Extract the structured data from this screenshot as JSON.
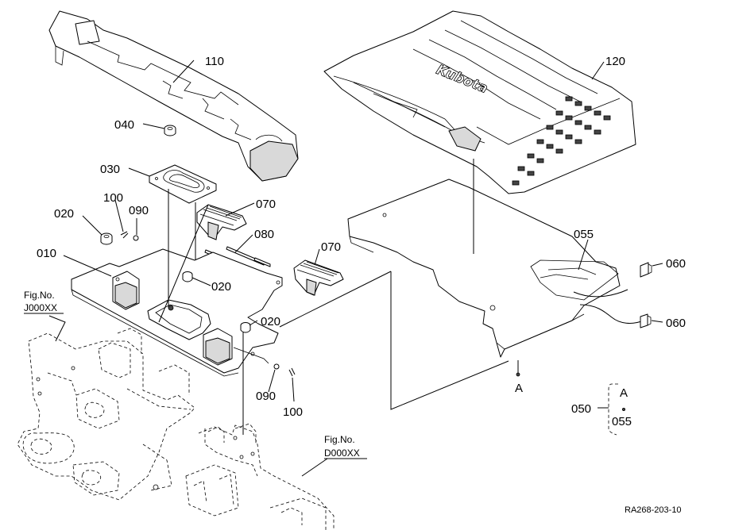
{
  "diagram": {
    "callouts": {
      "c110": "110",
      "c120": "120",
      "c040": "040",
      "c030": "030",
      "c100a": "100",
      "c090a": "090",
      "c020a": "020",
      "c070a": "070",
      "c080": "080",
      "c010": "010",
      "c020b": "020",
      "c070b": "070",
      "c020c": "020",
      "c090b": "090",
      "c100b": "100",
      "c055": "055",
      "c060a": "060",
      "c060b": "060",
      "cA": "A"
    },
    "refs": {
      "ref1_line1": "Fig.No.",
      "ref1_line2": "J000XX",
      "ref2_line1": "Fig.No.",
      "ref2_line2": "D000XX"
    },
    "detail": {
      "letter": "A",
      "left": "050",
      "right": "055"
    },
    "logo_text": "Kubota",
    "drawing_code": "RA268-203-10"
  }
}
